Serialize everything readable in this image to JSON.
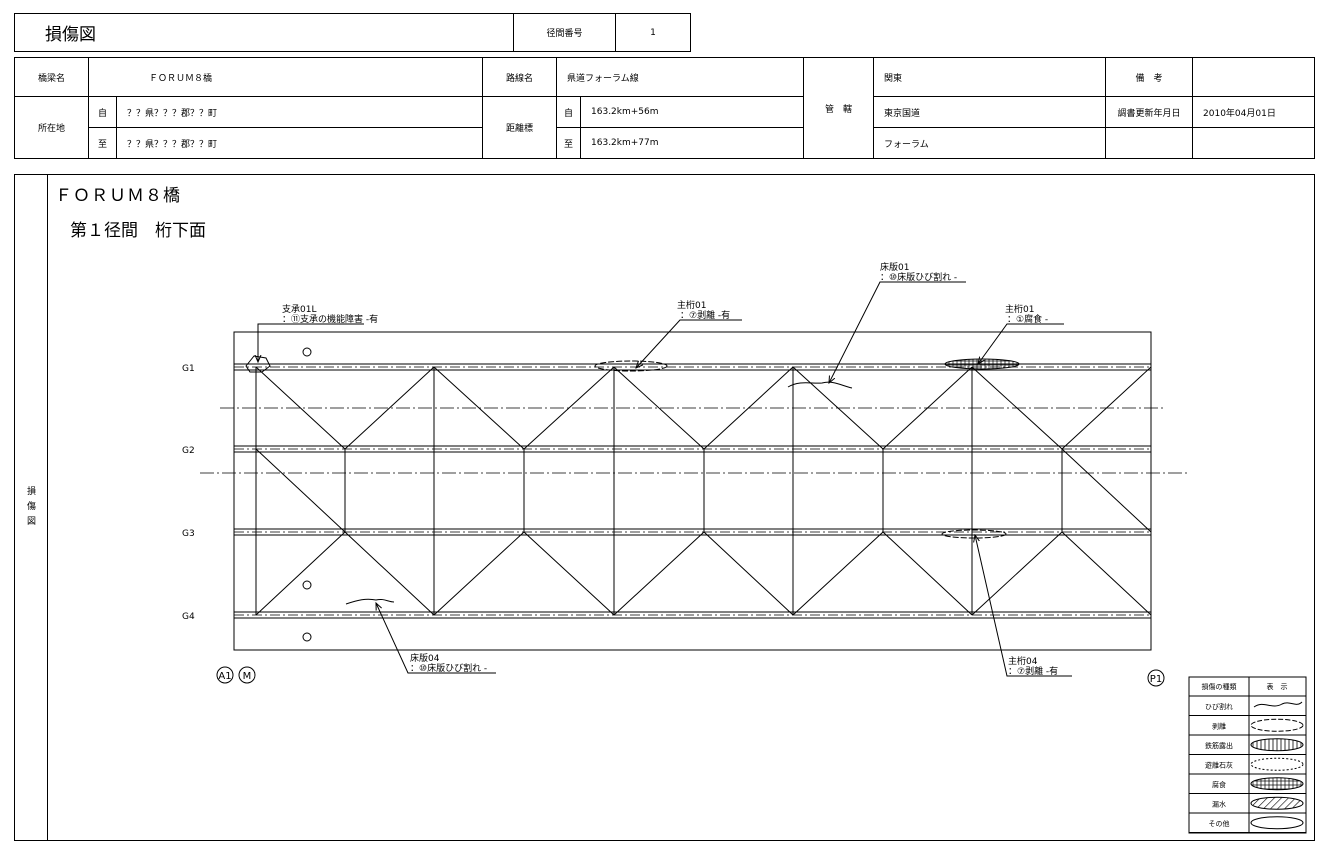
{
  "header": {
    "title": "損傷図",
    "span_no_label": "径間番号",
    "span_no": "1"
  },
  "info": {
    "bridge_name_label": "橋梁名",
    "bridge_name": "ＦＯＲＵＭ８橋",
    "route_label": "路線名",
    "route_name": "県道フォーラム線",
    "jurisdiction_label": "管　轄",
    "kanto_label": "関東",
    "remarks_label": "備　考",
    "location_label": "所在地",
    "from_label": "自",
    "to_label": "至",
    "location_from": "？？県？？？郡？？町",
    "location_to": "？？県？？？郡？？町",
    "distance_label": "距離標",
    "distance_from": "163.2km+56m",
    "distance_to": "163.2km+77m",
    "office": "東京国道",
    "office_sub": "フォーラム",
    "survey_date_label": "調書更新年月日",
    "survey_date": "2010年04月01日"
  },
  "drawing": {
    "side_label": "損傷図",
    "title": "ＦＯＲＵＭ８橋",
    "subtitle": "第１径間　桁下面",
    "girders": [
      "G1",
      "G2",
      "G3",
      "G4"
    ],
    "supports": {
      "start": "A1",
      "mark": "M",
      "end": "P1"
    },
    "notes": [
      {
        "line1": "支承01L",
        "line2": "：⑪支承の機能障害 -有"
      },
      {
        "line1": "主桁01",
        "line2": "：①腐食 -"
      },
      {
        "line1": "主桁01",
        "line2": "：⑦剥離 -有"
      },
      {
        "line1": "床版01",
        "line2": "：⑩床版ひび割れ -"
      },
      {
        "line1": "床版04",
        "line2": "：⑩床版ひび割れ -"
      },
      {
        "line1": "主桁04",
        "line2": "：⑦剥離 -有"
      }
    ]
  },
  "legend": {
    "header_type": "損傷の種類",
    "header_display": "表　示",
    "items": [
      "ひび割れ",
      "剥離",
      "鉄筋露出",
      "遊離石灰",
      "腐食",
      "漏水",
      "その他"
    ]
  }
}
